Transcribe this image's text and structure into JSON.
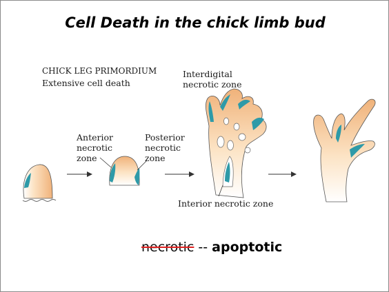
{
  "slide": {
    "title": "Cell Death in the chick limb bud",
    "heading_line1": "CHICK LEG PRIMORDIUM",
    "heading_line2": "Extensive cell death",
    "labels": {
      "anterior_1": "Anterior",
      "anterior_2": "necrotic",
      "anterior_3": "zone",
      "posterior_1": "Posterior",
      "posterior_2": "necrotic",
      "posterior_3": "zone",
      "interdigital_1": "Interdigital",
      "interdigital_2": "necrotic zone",
      "interior": "Interior necrotic zone"
    },
    "bottom": {
      "struck_word": "necrotic",
      "separator": " -- ",
      "emphasis_word": "apoptotic"
    }
  },
  "colors": {
    "bud_light": "#fce3c4",
    "bud_tan": "#f0b27a",
    "necrotic_teal": "#2e9aa8",
    "outline": "#555555",
    "strike": "#e02020"
  }
}
